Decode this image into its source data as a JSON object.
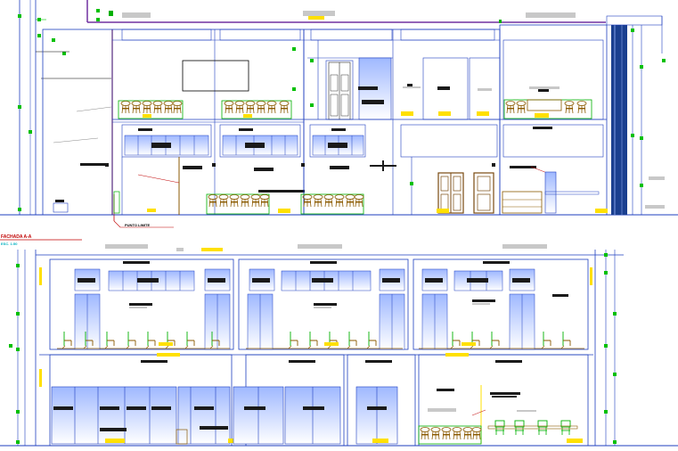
{
  "drawing": {
    "type": "architectural-elevation",
    "colors": {
      "wall_line": "#1f3fbf",
      "ground_line": "#1f3fbf",
      "dimension_green": "#00c000",
      "furniture_brown": "#8b5a00",
      "furniture_green": "#00b000",
      "label_block": "#1a1a1a",
      "hatch_grey": "#c8c8c8",
      "glass_light": "#dbe6ff",
      "door_brown": "#7a4a10",
      "note_yellow": "#ffe000",
      "boundary_red": "#c00000",
      "column_dark": "#1a3f8f",
      "roof_purple": "#7030a0"
    },
    "upper_elevation": {
      "boundary_label": "PUNTO LIMITE"
    },
    "lower_elevation": {
      "section_title": "FACHADA A-A",
      "scale_note": "ESC. 1:50"
    }
  }
}
